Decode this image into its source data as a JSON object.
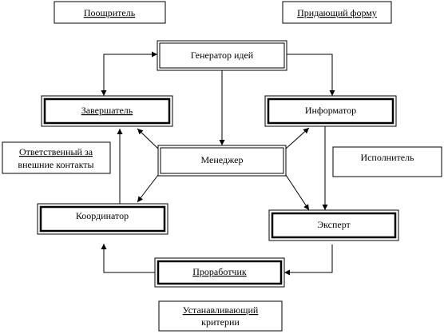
{
  "diagram": {
    "roles": {
      "encourager": "Поощритель",
      "shaper": "Придающий форму",
      "idea_generator": "Генератор идей",
      "finisher": "Завершатель",
      "informer": "Информатор",
      "external_contacts_line1": "Ответственный за",
      "external_contacts_line2": "внешние контакты",
      "manager": "Менеджер",
      "executor": "Исполнитель",
      "coordinator": "Координатор",
      "expert": "Эксперт",
      "developer": "Проработчик",
      "criteria_setter_line1": "Устанавливающий",
      "criteria_setter_line2": "критерии"
    },
    "colors": {
      "line": "#000000",
      "background": "#ffffff"
    }
  }
}
